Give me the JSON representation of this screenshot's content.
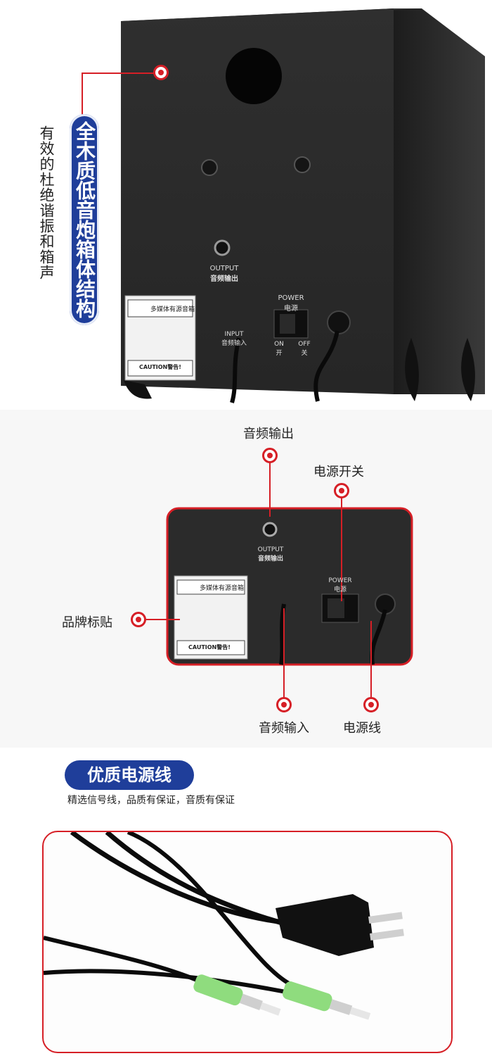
{
  "hero": {
    "tagline": "有效的杜绝谐振和箱声",
    "headline": "全木质低音炮箱体结构"
  },
  "panel": {
    "output_label_en": "OUTPUT",
    "output_label_cn": "音频输出",
    "power_label_en": "POWER",
    "power_label_cn": "电源",
    "on_en": "ON",
    "on_cn": "开",
    "off_en": "OFF",
    "off_cn": "关",
    "input_label_en": "INPUT",
    "input_label_cn": "音频输入",
    "sticker_title": "多媒体有源音箱",
    "caution": "CAUTION警告!"
  },
  "callouts": {
    "audio_out": "音频输出",
    "power_switch": "电源开关",
    "brand_sticker": "品牌标贴",
    "audio_in": "音频输入",
    "power_cord": "电源线"
  },
  "cable": {
    "title": "优质电源线",
    "subtitle": "精选信号线，品质有保证，音质有保证"
  },
  "colors": {
    "accent_blue": "#1f3e9a",
    "accent_red": "#d61f26",
    "cabinet": "#2b2b2b",
    "jack_green": "#8fdc7e"
  }
}
